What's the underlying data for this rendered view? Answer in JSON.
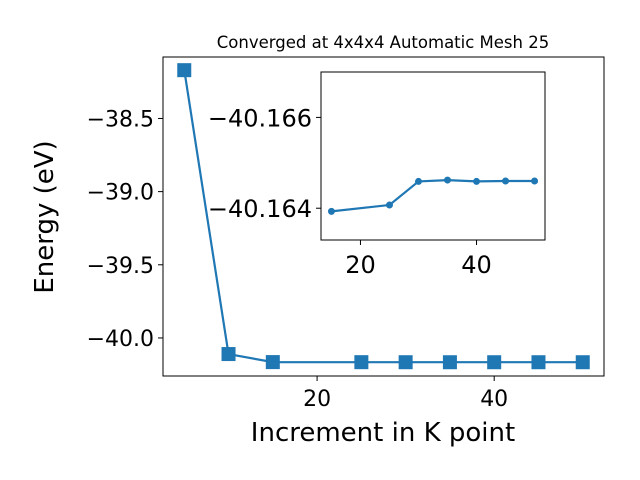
{
  "chart_data": [
    {
      "type": "line",
      "title": "Converged at 4x4x4 Automatic Mesh 25",
      "xlabel": "Increment in K point",
      "ylabel": "Energy (eV)",
      "xlim": [
        2.6,
        52.4
      ],
      "ylim": [
        -40.26,
        -38.08
      ],
      "xticks": [
        20,
        40
      ],
      "xtick_labels": [
        "20",
        "40"
      ],
      "yticks": [
        -38.5,
        -39.0,
        -39.5,
        -40.0
      ],
      "ytick_labels": [
        "−38.5",
        "−39.0",
        "−39.5",
        "−40.0"
      ],
      "marker": "square",
      "color": "#1f77b4",
      "grid": false,
      "series": [
        {
          "x": [
            5,
            10,
            15,
            25,
            30,
            35,
            40,
            45,
            50
          ],
          "y": [
            -38.17,
            -40.11,
            -40.165,
            -40.1655,
            -40.1658,
            -40.1659,
            -40.1659,
            -40.1659,
            -40.1659
          ]
        }
      ]
    },
    {
      "type": "line",
      "title": "",
      "xlabel": "",
      "ylabel": "",
      "xlim": [
        13.2,
        51.8
      ],
      "ylim": [
        -40.1633,
        -40.167
      ],
      "xticks": [
        20,
        40
      ],
      "xtick_labels": [
        "20",
        "40"
      ],
      "yticks": [
        -40.166,
        -40.164
      ],
      "ytick_labels": [
        "−40.166",
        "−40.164"
      ],
      "marker": "circle",
      "color": "#1f77b4",
      "grid": false,
      "series": [
        {
          "x": [
            15,
            25,
            30,
            35,
            40,
            45,
            50
          ],
          "y": [
            -40.16393,
            -40.16407,
            -40.16459,
            -40.16462,
            -40.16459,
            -40.1646,
            -40.1646
          ]
        }
      ]
    }
  ]
}
